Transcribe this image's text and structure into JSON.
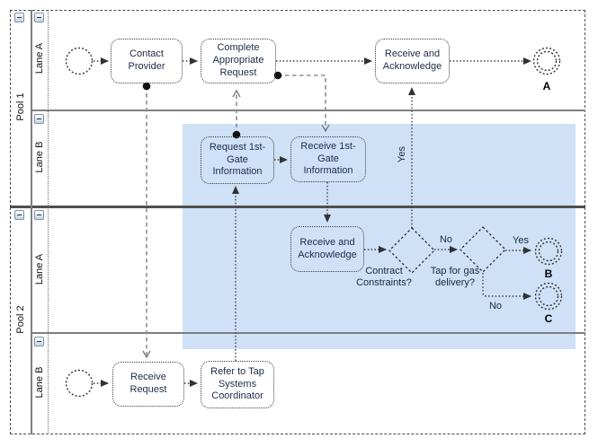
{
  "colors": {
    "highlight_region": "#cfe1f7",
    "lane_line": "#7f7f7f",
    "pool_border": "#4a4a4a",
    "sequence_flow": "#3d3d3d",
    "message_flow": "#8f8f8f",
    "task_text": "#1d2b45"
  },
  "pools": [
    {
      "label": "Pool 1",
      "lanes": [
        {
          "label": "Lane A"
        },
        {
          "label": "Lane B"
        }
      ]
    },
    {
      "label": "Pool 2",
      "lanes": [
        {
          "label": "Lane A"
        },
        {
          "label": "Lane B"
        }
      ]
    }
  ],
  "tasks": {
    "contact_provider": "Contact Provider",
    "complete_appropriate_request": "Complete Appropriate Request",
    "receive_and_acknowledge_pool1": "Receive and Acknowledge",
    "request_first_gate": "Request 1st-Gate Information",
    "receive_first_gate": "Receive 1st-Gate Information",
    "receive_and_acknowledge_pool2": "Receive and Acknowledge",
    "receive_request": "Receive Request",
    "refer_to_tap": "Refer to Tap Systems Coordinator"
  },
  "gateways": {
    "contract_constraints": "Contract Constraints?",
    "tap_for_gas": "Tap for gas delivery?"
  },
  "end_events": {
    "a": "A",
    "b": "B",
    "c": "C"
  },
  "flow_labels": {
    "yes_to_receive_acknowledge": "Yes",
    "no_between_gateways": "No",
    "yes_to_b": "Yes",
    "no_to_c": "No"
  }
}
